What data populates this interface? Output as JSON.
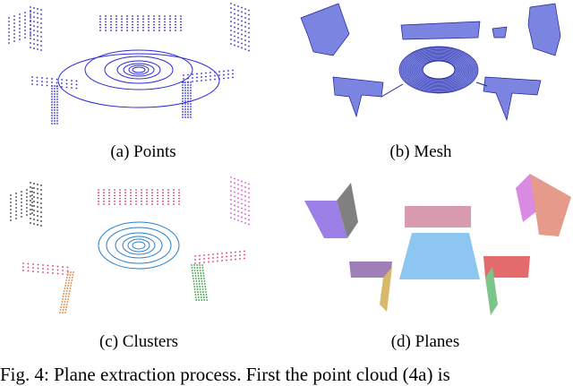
{
  "panels": [
    {
      "id": "a",
      "caption": "(a) Points"
    },
    {
      "id": "b",
      "caption": "(b) Mesh"
    },
    {
      "id": "c",
      "caption": "(c) Clusters"
    },
    {
      "id": "d",
      "caption": "(d) Planes"
    }
  ],
  "figure_caption": "Fig. 4: Plane extraction process. First the point cloud (4a) is",
  "colors": {
    "points_blue": "#2b2bd6",
    "mesh_fill": "#7b84e0",
    "mesh_edge": "#1c2398",
    "cluster_red": "#d6386a",
    "cluster_magenta": "#d94ad9",
    "cluster_cyan": "#2a7fc9",
    "cluster_green": "#2e9b35",
    "cluster_orange": "#d9772a",
    "plane_purple": "#9b7fe6",
    "plane_grey": "#808080",
    "plane_pink": "#d89aaf",
    "plane_violet": "#d98be3",
    "plane_salmon": "#e59a8a",
    "plane_blue": "#8dc6f0",
    "plane_mauve": "#a07fb8",
    "plane_yellow": "#d8b86a",
    "plane_red": "#e36b6b",
    "plane_green": "#7cc58a"
  }
}
